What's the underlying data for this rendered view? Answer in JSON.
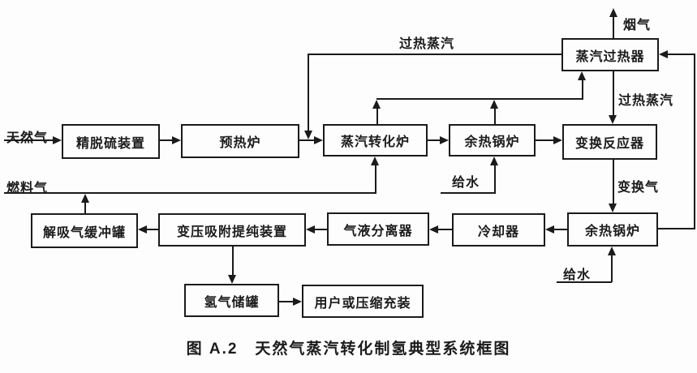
{
  "figure": {
    "caption": "图 A.2　天然气蒸汽转化制氢典型系统框图"
  },
  "boxes": {
    "steam_superheater": "蒸汽过热器",
    "fine_desulfurization_unit": "精脱硫装置",
    "preheating_furnace": "预热炉",
    "steam_reformer": "蒸汽转化炉",
    "waste_heat_boiler_top": "余热锅炉",
    "shift_reactor": "变换反应器",
    "desorption_gas_buffer_tank": "解吸气缓冲罐",
    "psa_purification_unit": "变压吸附提纯装置",
    "gas_liquid_separator": "气液分离器",
    "cooler": "冷却器",
    "waste_heat_boiler_bottom": "余热锅炉",
    "hydrogen_storage_tank": "氢气储罐",
    "user_or_compression_filling": "用户或压缩充装"
  },
  "streams": {
    "flue_gas": "烟气",
    "superheated_steam_top": "过热蒸汽",
    "superheated_steam_right": "过热蒸汽",
    "natural_gas": "天然气",
    "feed_water_top": "给水",
    "fuel_gas": "燃料气",
    "shift_gas": "变换气",
    "feed_water_bottom": "给水"
  },
  "colors": {
    "ink": "#1b1b1b",
    "background": "#fdfdfd"
  }
}
